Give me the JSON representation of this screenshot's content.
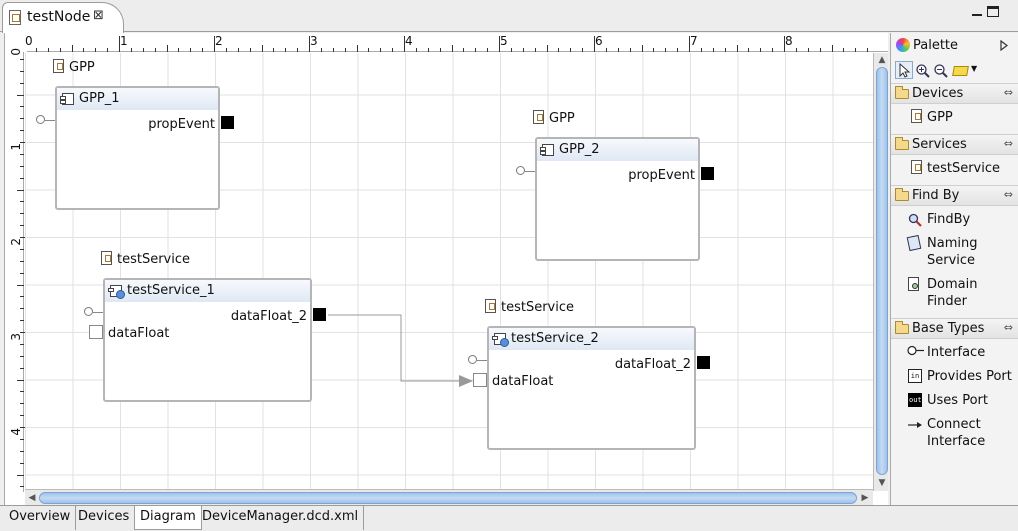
{
  "editor": {
    "tab_title": "testNode",
    "close_glyph": "⊠"
  },
  "ruler": {
    "horizontal": [
      "0",
      "1",
      "2",
      "3",
      "4",
      "5",
      "6",
      "7",
      "8"
    ],
    "vertical": [
      "0",
      "1",
      "2",
      "3",
      "4"
    ]
  },
  "diagram": {
    "device_1": {
      "type_label": "GPP",
      "instance": "GPP_1",
      "uses_port": "propEvent"
    },
    "device_2": {
      "type_label": "GPP",
      "instance": "GPP_2",
      "uses_port": "propEvent"
    },
    "service_1": {
      "type_label": "testService",
      "instance": "testService_1",
      "provides_port": "dataFloat",
      "uses_port": "dataFloat_2"
    },
    "service_2": {
      "type_label": "testService",
      "instance": "testService_2",
      "provides_port": "dataFloat",
      "uses_port": "dataFloat_2"
    }
  },
  "palette": {
    "title": "Palette",
    "drawers": {
      "devices": {
        "label": "Devices",
        "items": [
          "GPP"
        ]
      },
      "services": {
        "label": "Services",
        "items": [
          "testService"
        ]
      },
      "find_by": {
        "label": "Find By",
        "items": [
          "FindBy",
          "Naming Service",
          "Domain Finder"
        ]
      },
      "base_types": {
        "label": "Base Types",
        "items": [
          "Interface",
          "Provides Port",
          "Uses Port",
          "Connect Interface"
        ]
      }
    },
    "icon_labels": {
      "in": "in",
      "out": "out"
    }
  },
  "bottom_tabs": [
    "Overview",
    "Devices",
    "Diagram",
    "DeviceManager.dcd.xml"
  ],
  "active_bottom_tab": "Diagram",
  "icons": [
    "file-icon",
    "close-icon",
    "minimize-icon",
    "maximize-icon",
    "select-tool-icon",
    "zoom-in-icon",
    "zoom-out-icon",
    "note-icon",
    "folder-icon",
    "pin-icon",
    "component-icon",
    "service-icon",
    "search-icon"
  ],
  "colors": {
    "port_fill": "#000000",
    "scroll_thumb": "#9fc2e8",
    "node_header": "#dfe8f4"
  }
}
